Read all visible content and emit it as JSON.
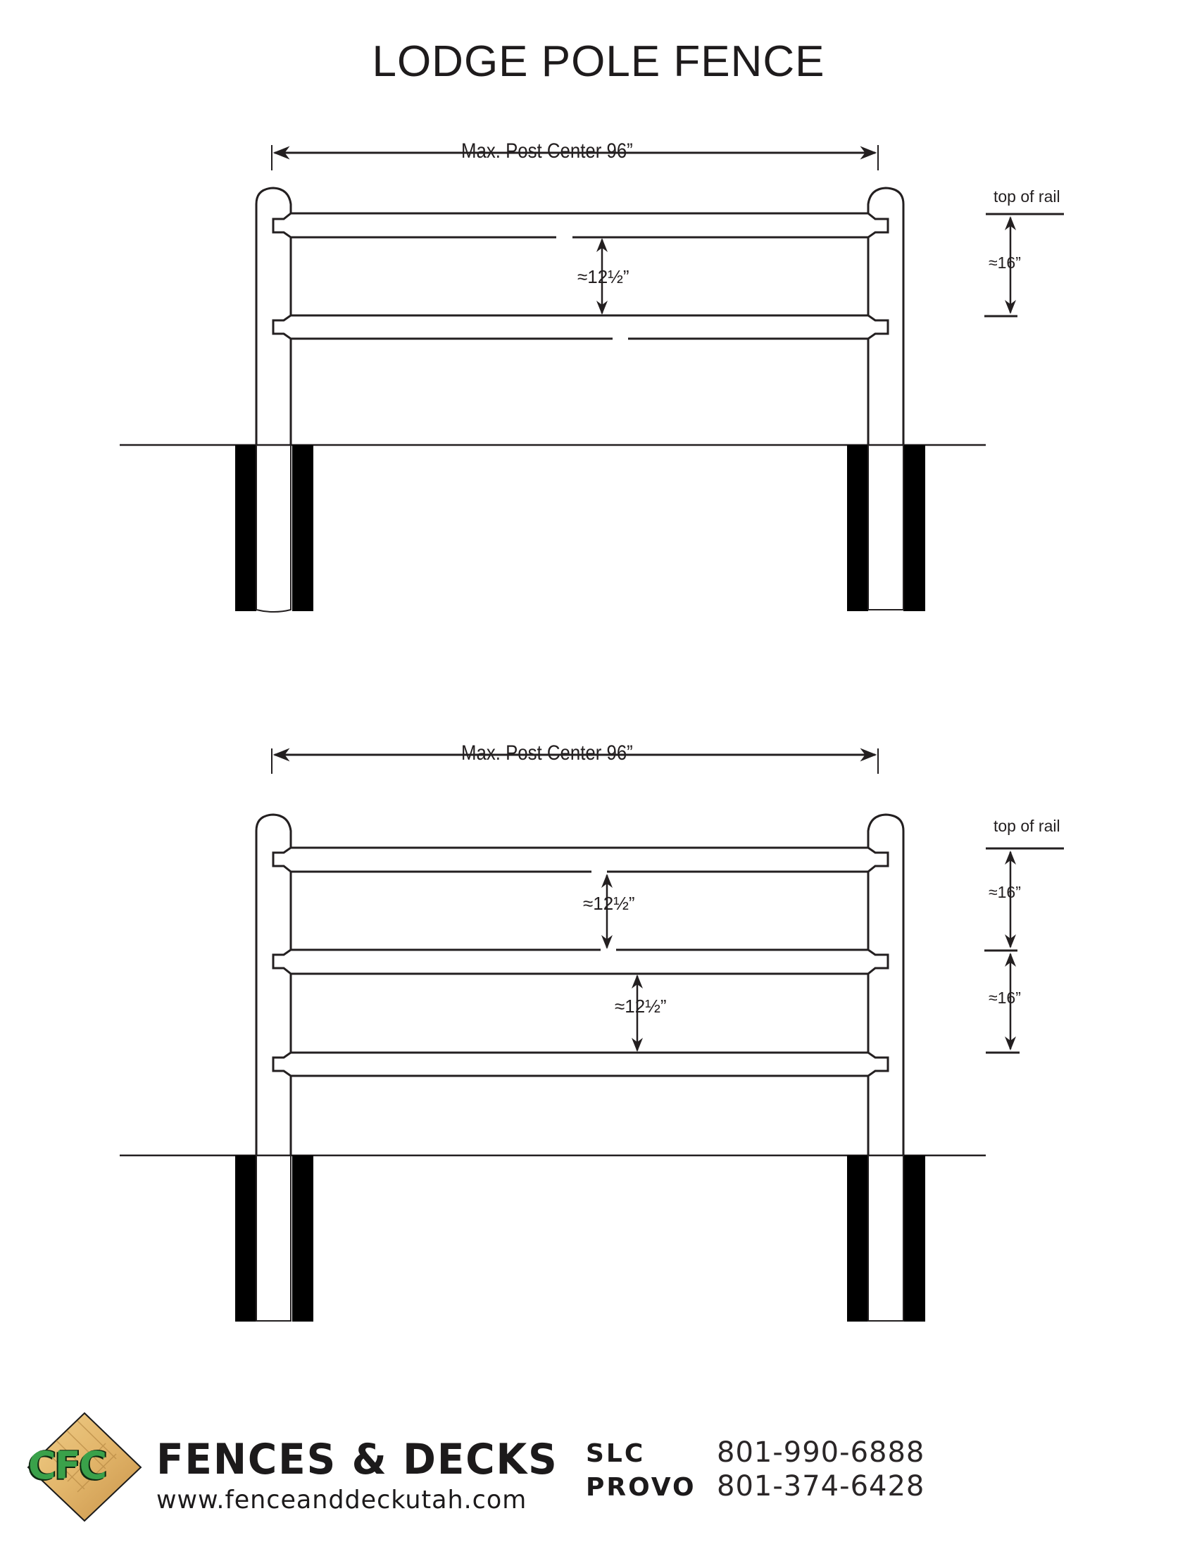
{
  "title": "LODGE POLE FENCE",
  "diagrams": [
    {
      "id": "two-rail",
      "rail_count": 2,
      "span_label": "Max. Post Center 96”",
      "gap_labels": [
        "≈12½”"
      ],
      "rail_spacing_note": {
        "header": "top of rail",
        "labels": [
          "≈16”"
        ]
      }
    },
    {
      "id": "three-rail",
      "rail_count": 3,
      "span_label": "Max. Post Center 96”",
      "gap_labels": [
        "≈12½”",
        "≈12½”"
      ],
      "rail_spacing_note": {
        "header": "top of rail",
        "labels": [
          "≈16”",
          "≈16”"
        ]
      }
    }
  ],
  "footer": {
    "logo_text": "CFC",
    "brand": "FENCES & DECKS",
    "website": "www.fenceanddeckutah.com",
    "locations": [
      {
        "region": "SLC",
        "phone": "801-990-6888"
      },
      {
        "region": "PROVO",
        "phone": "801-374-6428"
      }
    ],
    "colors": {
      "logo_green": "#3aa14a",
      "logo_tan": "#e2b56a",
      "ink": "#231f20"
    }
  }
}
